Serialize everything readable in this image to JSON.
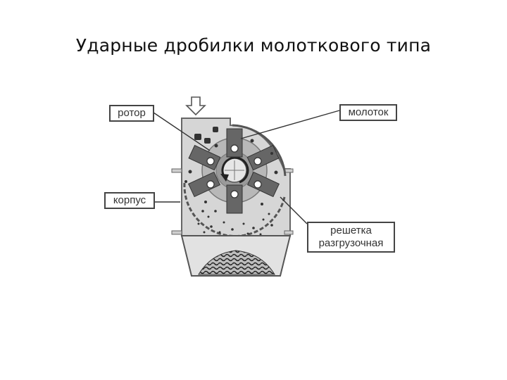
{
  "slide": {
    "title": "Ударные дробилки молоткового типа"
  },
  "labels": {
    "rotor": "ротор",
    "hammer": "молоток",
    "housing": "корпус",
    "grate_line1": "решетка",
    "grate_line2": "разгрузочная"
  }
}
